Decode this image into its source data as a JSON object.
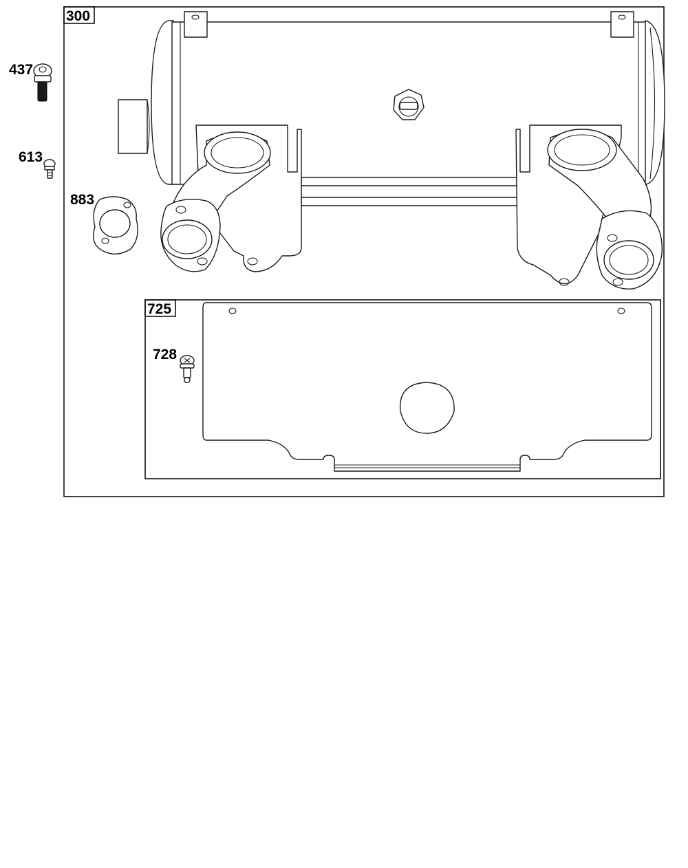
{
  "callouts": {
    "assembly_main": "300",
    "bolt_large": "437",
    "screw_small": "613",
    "gasket": "883",
    "heat_shield": "725",
    "shield_screw": "728"
  },
  "colors": {
    "line": "#1a1a1a",
    "background": "#ffffff"
  }
}
